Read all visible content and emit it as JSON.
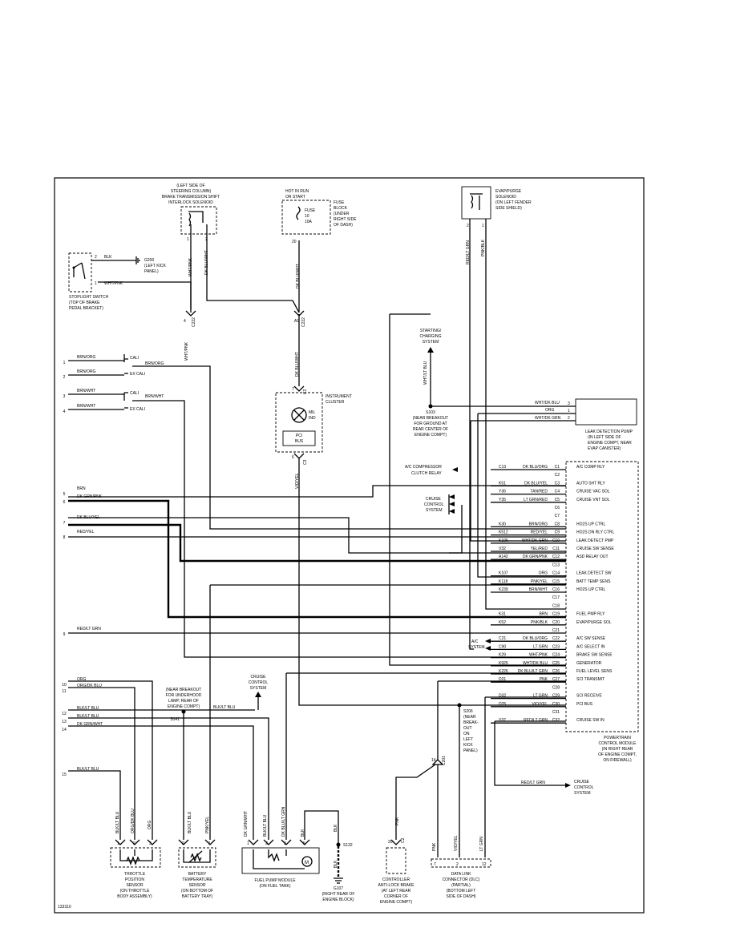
{
  "figure_id": "133310",
  "pcm": {
    "title": [
      "POWERTRAIN",
      "CONTROL MODULE",
      "(IN RIGHT REAR",
      "OF ENGINE COMPT,",
      "ON FIREWALL)"
    ],
    "pins": [
      {
        "pin": "C1",
        "circuit": "C13",
        "color": "DK BLU/ORG",
        "func": "A/C COMP RLY"
      },
      {
        "pin": "C2",
        "circuit": "",
        "color": "",
        "func": ""
      },
      {
        "pin": "C3",
        "circuit": "K51",
        "color": "DK BLU/YEL",
        "func": "AUTO SHT RLY"
      },
      {
        "pin": "C4",
        "circuit": "Y36",
        "color": "TAN/RED",
        "func": "CRUISE VAC SOL"
      },
      {
        "pin": "C5",
        "circuit": "Y35",
        "color": "LT GRN/RED",
        "func": "CRUISE VNT SOL"
      },
      {
        "pin": "C6",
        "circuit": "",
        "color": "",
        "func": ""
      },
      {
        "pin": "C7",
        "circuit": "",
        "color": "",
        "func": ""
      },
      {
        "pin": "C8",
        "circuit": "K30",
        "color": "BRN/ORG",
        "func": "HO2S UP CTRL"
      },
      {
        "pin": "C9",
        "circuit": "K512",
        "color": "RED/YEL",
        "func": "HO2S DN RLY CTRL"
      },
      {
        "pin": "C10",
        "circuit": "K106",
        "color": "WHT/DK GRN",
        "func": "LEAK DETECT PMP"
      },
      {
        "pin": "C11",
        "circuit": "V32",
        "color": "YEL/RED",
        "func": "CRUISE SW SENSE"
      },
      {
        "pin": "C12",
        "circuit": "A142",
        "color": "DK GRN/PNK",
        "func": "ASD RELAY OUT"
      },
      {
        "pin": "C13",
        "circuit": "",
        "color": "",
        "func": ""
      },
      {
        "pin": "C14",
        "circuit": "K107",
        "color": "ORG",
        "func": "LEAK DETECT SW"
      },
      {
        "pin": "C15",
        "circuit": "K118",
        "color": "PNK/YEL",
        "func": "BATT TEMP SENS"
      },
      {
        "pin": "C16",
        "circuit": "K239",
        "color": "BRN/WHT",
        "func": "HO2S UP CTRL"
      },
      {
        "pin": "C17",
        "circuit": "",
        "color": "",
        "func": ""
      },
      {
        "pin": "C18",
        "circuit": "",
        "color": "",
        "func": ""
      },
      {
        "pin": "C19",
        "circuit": "K31",
        "color": "BRN",
        "func": "FUEL PMP RLY"
      },
      {
        "pin": "C20",
        "circuit": "K52",
        "color": "PNK/BLK",
        "func": "EVAP/PURGE SOL"
      },
      {
        "pin": "C21",
        "circuit": "",
        "color": "",
        "func": ""
      },
      {
        "pin": "C22",
        "circuit": "C21",
        "color": "DK BLU/ORG",
        "func": "A/C SW SENSE"
      },
      {
        "pin": "C23",
        "circuit": "C90",
        "color": "LT GRN",
        "func": "A/C SELECT IN"
      },
      {
        "pin": "C24",
        "circuit": "K29",
        "color": "WHT/PNK",
        "func": "BRAKE SW SENSE"
      },
      {
        "pin": "C25",
        "circuit": "K925",
        "color": "WHT/DK BLU",
        "func": "GENERATOR"
      },
      {
        "pin": "C26",
        "circuit": "K226",
        "color": "DK BLU/LT GRN",
        "func": "FUEL LEVEL SENS"
      },
      {
        "pin": "C27",
        "circuit": "D21",
        "color": "PNK",
        "func": "SCI TRANSMIT"
      },
      {
        "pin": "C28",
        "circuit": "",
        "color": "",
        "func": ""
      },
      {
        "pin": "C29",
        "circuit": "D32",
        "color": "LT GRN",
        "func": "SCI RECEIVE"
      },
      {
        "pin": "C30",
        "circuit": "D25",
        "color": "VIO/YEL",
        "func": "PCI BUS"
      },
      {
        "pin": "C31",
        "circuit": "",
        "color": "",
        "func": ""
      },
      {
        "pin": "C32",
        "circuit": "Y37",
        "color": "RED/LT GRN",
        "func": "CRUISE SW IN"
      }
    ]
  },
  "left_wires": [
    {
      "num": "1",
      "color": "BRN/ORG"
    },
    {
      "num": "2",
      "color": "BRN/ORG"
    },
    {
      "num": "3",
      "color": "BRN/WHT"
    },
    {
      "num": "4",
      "color": "BRN/WHT"
    },
    {
      "num": "5",
      "color": "BRN"
    },
    {
      "num": "6",
      "color": "DK GRN/PNK"
    },
    {
      "num": "7",
      "color": "DK BLU/YEL"
    },
    {
      "num": "8",
      "color": "RED/YEL"
    },
    {
      "num": "9",
      "color": "RED/LT GRN"
    },
    {
      "num": "10",
      "color": "ORG"
    },
    {
      "num": "11",
      "color": "ORG/DK BLU"
    },
    {
      "num": "12",
      "color": "BLK/LT BLU"
    },
    {
      "num": "13",
      "color": "BLK/LT BLU"
    },
    {
      "num": "14",
      "color": "DK GRN/WHT"
    },
    {
      "num": "15",
      "color": "BLK/LT BLU"
    }
  ],
  "cali": {
    "cali": "CALI",
    "ex_cali": "EX CALI",
    "brn_org": "BRN/ORG",
    "brn_wht": "BRN/WHT"
  },
  "shift_solenoid": {
    "lines": [
      "(LEFT SIDE OF",
      "STEERING COLUMN)",
      "BRAKE TRANSMISSION SHIFT",
      "INTERLOCK SOLENOID"
    ],
    "wire1": "WHT/PNK",
    "wire2": "DK BLU/WHT"
  },
  "stoplight": {
    "lines": [
      "STOPLIGHT SWITCH",
      "(TOP OF BRAKE",
      "PEDAL BRACKET)"
    ],
    "blk": "BLK",
    "wht_pnk": "WHT/PNK",
    "ground": [
      "G200",
      "(LEFT KICK",
      "PANEL)"
    ]
  },
  "fuse": {
    "hot": [
      "HOT IN RUN",
      "OR START"
    ],
    "fuse": [
      "FUSE",
      "10",
      "10A"
    ],
    "block": [
      "FUSE",
      "BLOCK",
      "(UNDER",
      "RIGHT SIDE",
      "OF DASH)"
    ],
    "wire": "DK BLU/WHT"
  },
  "connector_c222": "C222",
  "c2": "C2",
  "c3": "C3",
  "cluster": {
    "name": [
      "INSTRUMENT",
      "CLUSTER"
    ],
    "mil": [
      "MIL",
      "IND"
    ],
    "pci": [
      "PCI",
      "BUS"
    ],
    "wire_in": "DK BLU/WHT",
    "wire_out": "VIO/YEL"
  },
  "evap": {
    "lines": [
      "EVAP/PURGE",
      "SOLENOID",
      "(ON LEFT FENDER",
      "SIDE SHIELD)"
    ],
    "wire1": "RED/LT GRN",
    "wire2": "PNK/BLK"
  },
  "starting": {
    "lines": [
      "STARTING/",
      "CHARGING",
      "SYSTEM"
    ],
    "wire": "WHT/LT BLU"
  },
  "s103": {
    "lines": [
      "S103",
      "(NEAR BREAKOUT",
      "FOR GROUND AT",
      "REAR CENTER OF",
      "ENGINE COMPT)"
    ]
  },
  "leak_pump": {
    "lines": [
      "LEAK DETECTION PUMP",
      "(IN LEFT SIDE OF",
      "ENGINE COMPT, NEAR",
      "EVAP CANISTER)"
    ],
    "wires": [
      "WHT/DK BLU",
      "ORG",
      "WHT/DK GRN"
    ]
  },
  "ac_relay": {
    "lines": [
      "A/C COMPRESSOR",
      "CLUTCH RELAY"
    ]
  },
  "cruise_ctrl": {
    "lines": [
      "CRUISE",
      "CONTROL",
      "SYSTEM"
    ]
  },
  "ac_system": {
    "lines": [
      "A/C",
      "SYSTEM"
    ]
  },
  "s141": {
    "lines": [
      "(NEAR BREAKOUT",
      "FOR UNDERHOOD",
      "LAMP, REAR OF",
      "ENGINE COMPT)"
    ],
    "label": "S141",
    "wire": "BLK/LT BLU"
  },
  "cruise_ctrl2": {
    "lines": [
      "CRUISE",
      "CONTROL",
      "SYSTEM"
    ]
  },
  "s206": {
    "lines": [
      "S206",
      "(NEAR",
      "BREAK-",
      "OUT",
      "ON",
      "LEFT",
      "KICK",
      "PANEL)"
    ]
  },
  "cruise_ctrl3": {
    "lines": [
      "CRUISE",
      "CONTROL",
      "SYSTEM"
    ],
    "wire": "RED/LT GRN"
  },
  "tps": {
    "lines": [
      "THROTTLE",
      "POSITION",
      "SENSOR",
      "(ON THROTTLE",
      "BODY ASSEMBLY)"
    ],
    "wires": [
      "BLK/LT BLU",
      "ORG/DK BLU",
      "ORG"
    ]
  },
  "batt_temp": {
    "lines": [
      "BATTERY",
      "TEMPERATURE",
      "SENSOR",
      "(ON BOTTOM OF",
      "BATTERY TRAY)"
    ],
    "wires": [
      "BLK/LT BLU",
      "PNK/YEL"
    ]
  },
  "fuel_pump": {
    "lines": [
      "FUEL PUMP MODULE",
      "(ON FUEL TANK)"
    ],
    "wires": [
      "DK GRN/WHT",
      "BLK/LT BLU",
      "DK BLU/LT GRN",
      "BLK"
    ]
  },
  "g107": {
    "lines": [
      "G107",
      "(RIGHT REAR OF",
      "ENGINE BLOCK)"
    ],
    "s132": "S132",
    "blk": "BLK"
  },
  "abs": {
    "lines": [
      "CONTROLLER",
      "ANTI-LOCK BRAKE",
      "(AT LEFT REAR",
      "CORNER OF",
      "ENGINE COMPT)"
    ],
    "wire": "PNK",
    "c2": "C2",
    "pin": "20"
  },
  "dlc": {
    "lines": [
      "DATA LINK",
      "CONNECTOR (DLC)",
      "(PARTIAL)",
      "(BOTTOM LEFT",
      "SIDE OF DASH)"
    ],
    "wires": [
      "PNK",
      "VIO/YEL",
      "LT GRN"
    ]
  },
  "c201": "C201"
}
